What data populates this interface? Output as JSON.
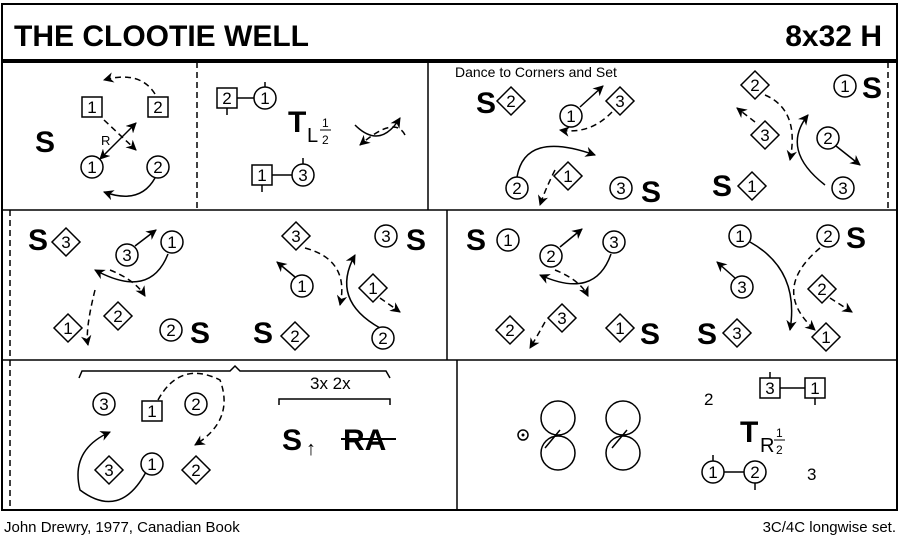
{
  "header": {
    "title": "THE CLOOTIE WELL",
    "format": "8x32 H"
  },
  "footer": {
    "left": "John Drewry, 1977, Canadian Book",
    "right": "3C/4C longwise set."
  },
  "bars1": {
    "set": "S",
    "rights": "R",
    "dancers": [
      "1",
      "2",
      "1",
      "2"
    ]
  },
  "bars2": {
    "turn": "T",
    "hand": "L",
    "frac_num": "1",
    "frac_den": "2",
    "dancers": [
      "2",
      "1",
      "1",
      "3"
    ]
  },
  "bars3": {
    "caption": "Dance to Corners and Set",
    "set": "S",
    "dancers": [
      "2",
      "1",
      "3",
      "2",
      "1",
      "3"
    ]
  },
  "bars4": {
    "set": "S",
    "dancers": [
      "2",
      "1",
      "3",
      "2",
      "1",
      "3"
    ]
  },
  "bars5": {
    "set": "S",
    "dancers": [
      "3",
      "3",
      "1",
      "1",
      "2",
      "2",
      "3",
      "3",
      "1",
      "1",
      "2",
      "2"
    ]
  },
  "bars6": {
    "set": "S",
    "dancers": [
      "1",
      "2",
      "3",
      "2",
      "3",
      "1",
      "1",
      "2",
      "3",
      "2",
      "3",
      "1"
    ]
  },
  "bars7": {
    "dancers": [
      "3",
      "1",
      "2",
      "3",
      "1",
      "2"
    ],
    "repeat": "3x 2x",
    "set": "S",
    "set_arrow": "↑",
    "rights_and_lefts": "RA"
  },
  "bars8": {
    "pos2": "2",
    "pos3": "3",
    "turn": "T",
    "hand": "R",
    "frac_num": "1",
    "frac_den": "2",
    "dancers": [
      "3",
      "1",
      "1",
      "2"
    ]
  }
}
